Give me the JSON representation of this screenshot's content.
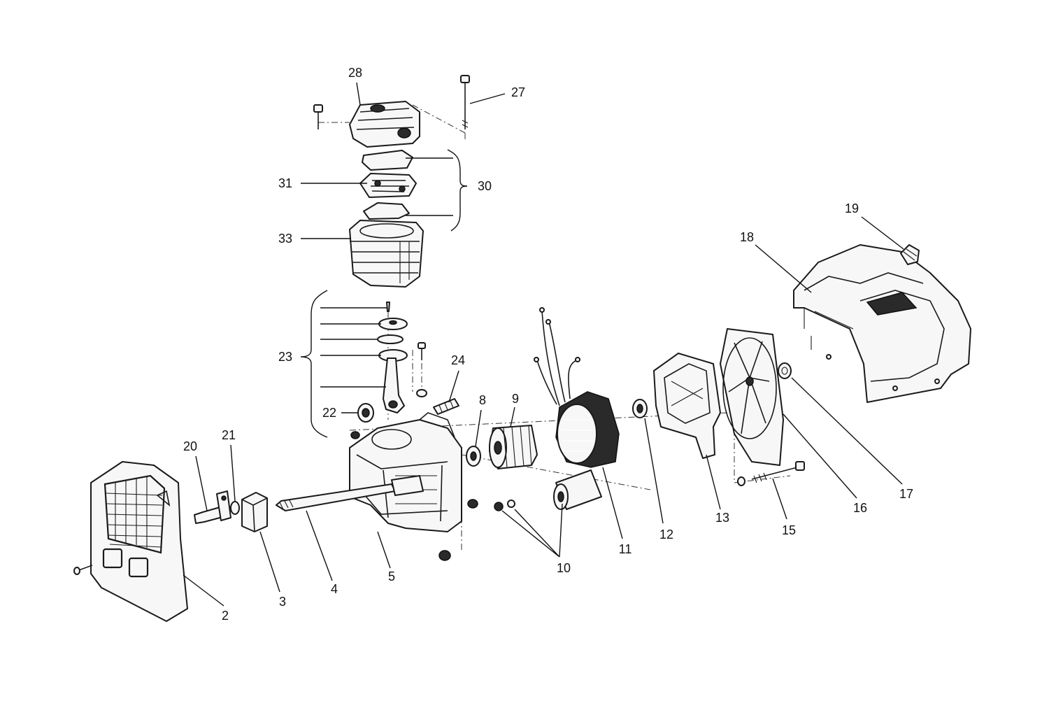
{
  "diagram": {
    "type": "exploded-parts-diagram",
    "callouts": [
      {
        "id": "c2",
        "text": "2"
      },
      {
        "id": "c3",
        "text": "3"
      },
      {
        "id": "c4",
        "text": "4"
      },
      {
        "id": "c5",
        "text": "5"
      },
      {
        "id": "c8",
        "text": "8"
      },
      {
        "id": "c9",
        "text": "9"
      },
      {
        "id": "c10",
        "text": "10"
      },
      {
        "id": "c11",
        "text": "11"
      },
      {
        "id": "c12",
        "text": "12"
      },
      {
        "id": "c13",
        "text": "13"
      },
      {
        "id": "c15",
        "text": "15"
      },
      {
        "id": "c16",
        "text": "16"
      },
      {
        "id": "c17",
        "text": "17"
      },
      {
        "id": "c18",
        "text": "18"
      },
      {
        "id": "c19",
        "text": "19"
      },
      {
        "id": "c20",
        "text": "20"
      },
      {
        "id": "c21",
        "text": "21"
      },
      {
        "id": "c22",
        "text": "22"
      },
      {
        "id": "c23",
        "text": "23"
      },
      {
        "id": "c24",
        "text": "24"
      },
      {
        "id": "c27",
        "text": "27"
      },
      {
        "id": "c28",
        "text": "28"
      },
      {
        "id": "c30",
        "text": "30"
      },
      {
        "id": "c31",
        "text": "31"
      },
      {
        "id": "c33",
        "text": "33"
      }
    ]
  }
}
